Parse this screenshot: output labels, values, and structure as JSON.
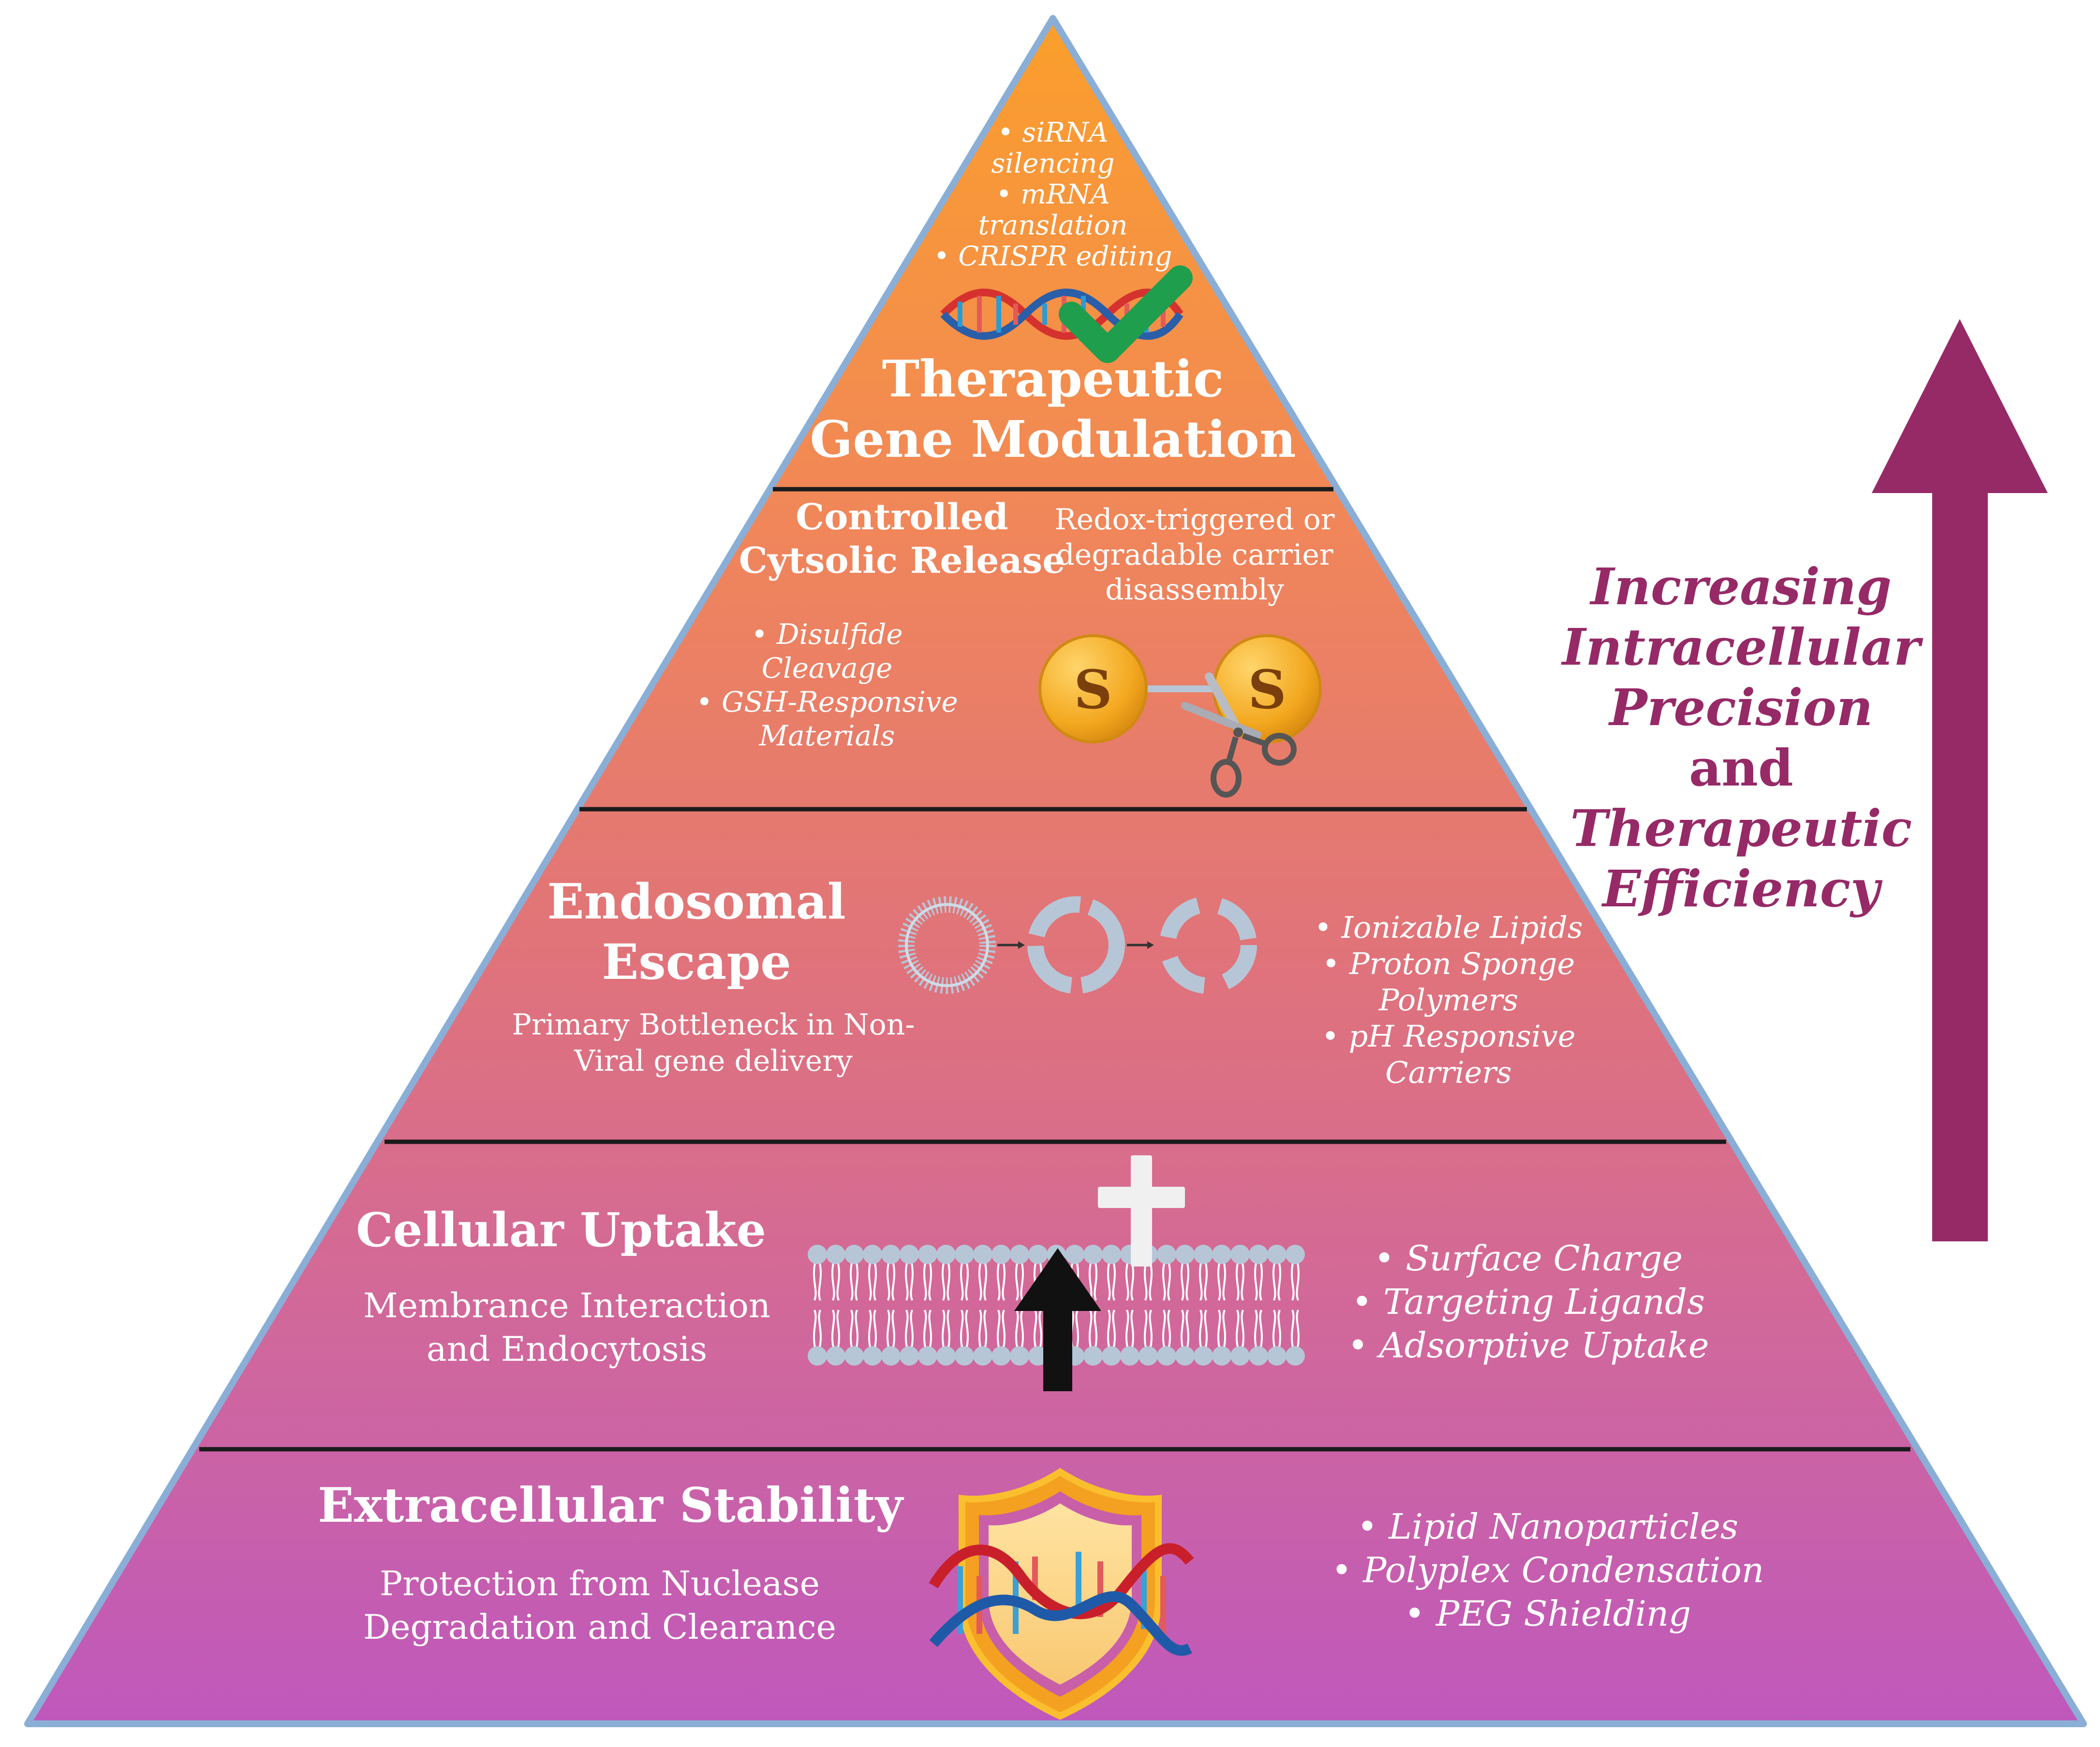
{
  "colors": {
    "apex_top": "#fb9f2b",
    "base_bottom": "#bf58bc",
    "outline": "#8aaed6",
    "divider": "#1b1b1b",
    "arrow": "#962a67",
    "check": "#1f9e4d",
    "sulfur": "#f3a820",
    "lipid": "#b7c6d6"
  },
  "arrow_label": {
    "line1": "Increasing",
    "line2": "Intracellular",
    "line3": "Precision",
    "line4": "and",
    "line5": "Therapeutic",
    "line6": "Efficiency"
  },
  "levels": {
    "therapeutic": {
      "title_line1": "Therapeutic",
      "title_line2": "Gene Modulation",
      "bullets": [
        "siRNA",
        "silencing",
        "mRNA",
        "translation",
        "CRISPR editing"
      ],
      "icon": "dna-check-icon"
    },
    "release": {
      "title_line1": "Controlled",
      "title_line2": "Cytsolic Release",
      "desc_line1": "Redox-triggered or",
      "desc_line2": "degradable carrier",
      "desc_line3": "disassembly",
      "bullets": [
        "Disulfide",
        "Cleavage",
        "GSH-Responsive",
        "Materials"
      ],
      "sulfur_label": "S",
      "icon": "disulfide-scissors-icon"
    },
    "endosomal": {
      "title_line1": "Endosomal",
      "title_line2": "Escape",
      "desc_line1": "Primary Bottleneck in Non-",
      "desc_line2": "Viral gene delivery",
      "bullets": [
        "Ionizable Lipids",
        "Proton Sponge",
        "Polymers",
        "pH Responsive",
        "Carriers"
      ],
      "icon": "endosome-rupture-icon"
    },
    "uptake": {
      "title": "Cellular Uptake",
      "desc_line1": "Membrance Interaction",
      "desc_line2": "and Endocytosis",
      "bullets": [
        "Surface Charge",
        "Targeting Ligands",
        "Adsorptive Uptake"
      ],
      "icon": "lipid-bilayer-icon"
    },
    "stability": {
      "title": "Extracellular Stability",
      "desc_line1": "Protection from Nuclease",
      "desc_line2": "Degradation and Clearance",
      "bullets": [
        "Lipid Nanoparticles",
        "Polyplex Condensation",
        "PEG Shielding"
      ],
      "icon": "dna-shield-icon"
    }
  }
}
